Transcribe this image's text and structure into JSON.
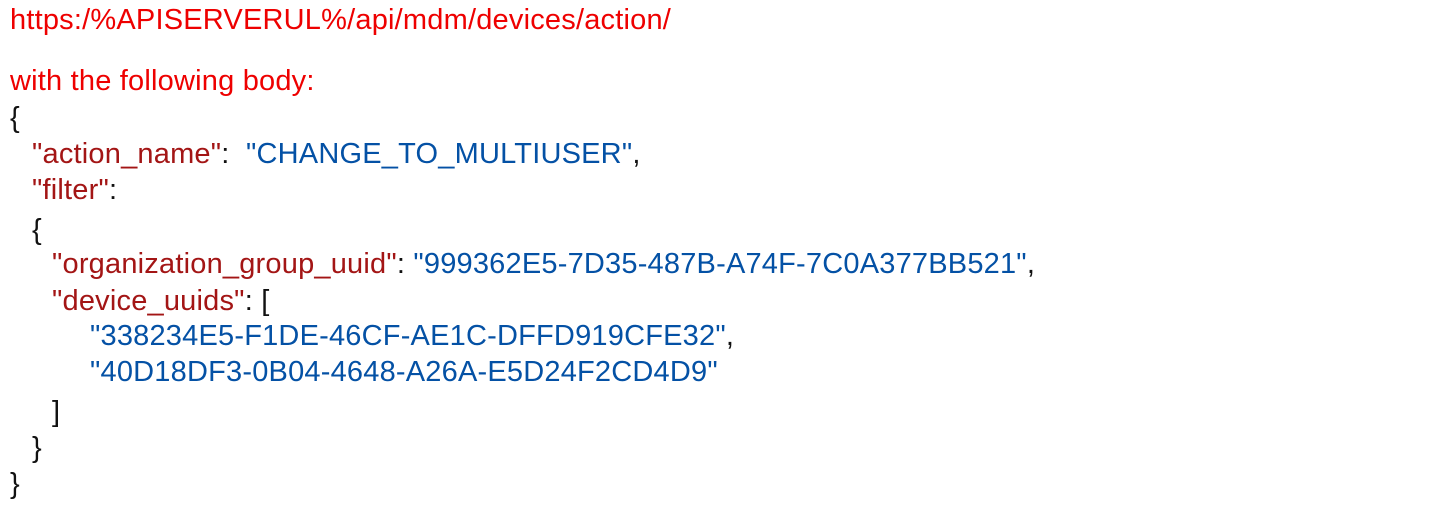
{
  "document": {
    "url": "https:/%APISERVERUL%/api/mdm/devices/action/",
    "intro": "with the following body:",
    "colors": {
      "instruction": "#ee0000",
      "json_key": "#a31515",
      "json_value": "#0451a5",
      "punctuation": "#111111"
    },
    "body": {
      "open_brace": "{",
      "action_name_key": "\"action_name\"",
      "action_name_value": "\"CHANGE_TO_MULTIUSER\"",
      "filter_key": "\"filter\"",
      "filter_open": "{",
      "org_group_key": "\"organization_group_uuid\"",
      "org_group_value": "\"999362E5-7D35-487B-A74F-7C0A377BB521\"",
      "device_uuids_key": "\"device_uuids\"",
      "array_open": "[",
      "device_uuids": [
        "\"338234E5-F1DE-46CF-AE1C-DFFD919CFE32\"",
        "\"40D18DF3-0B04-4648-A26A-E5D24F2CD4D9\""
      ],
      "array_close": "]",
      "filter_close": "}",
      "close_brace": "}",
      "colon": ":",
      "comma": ","
    }
  }
}
